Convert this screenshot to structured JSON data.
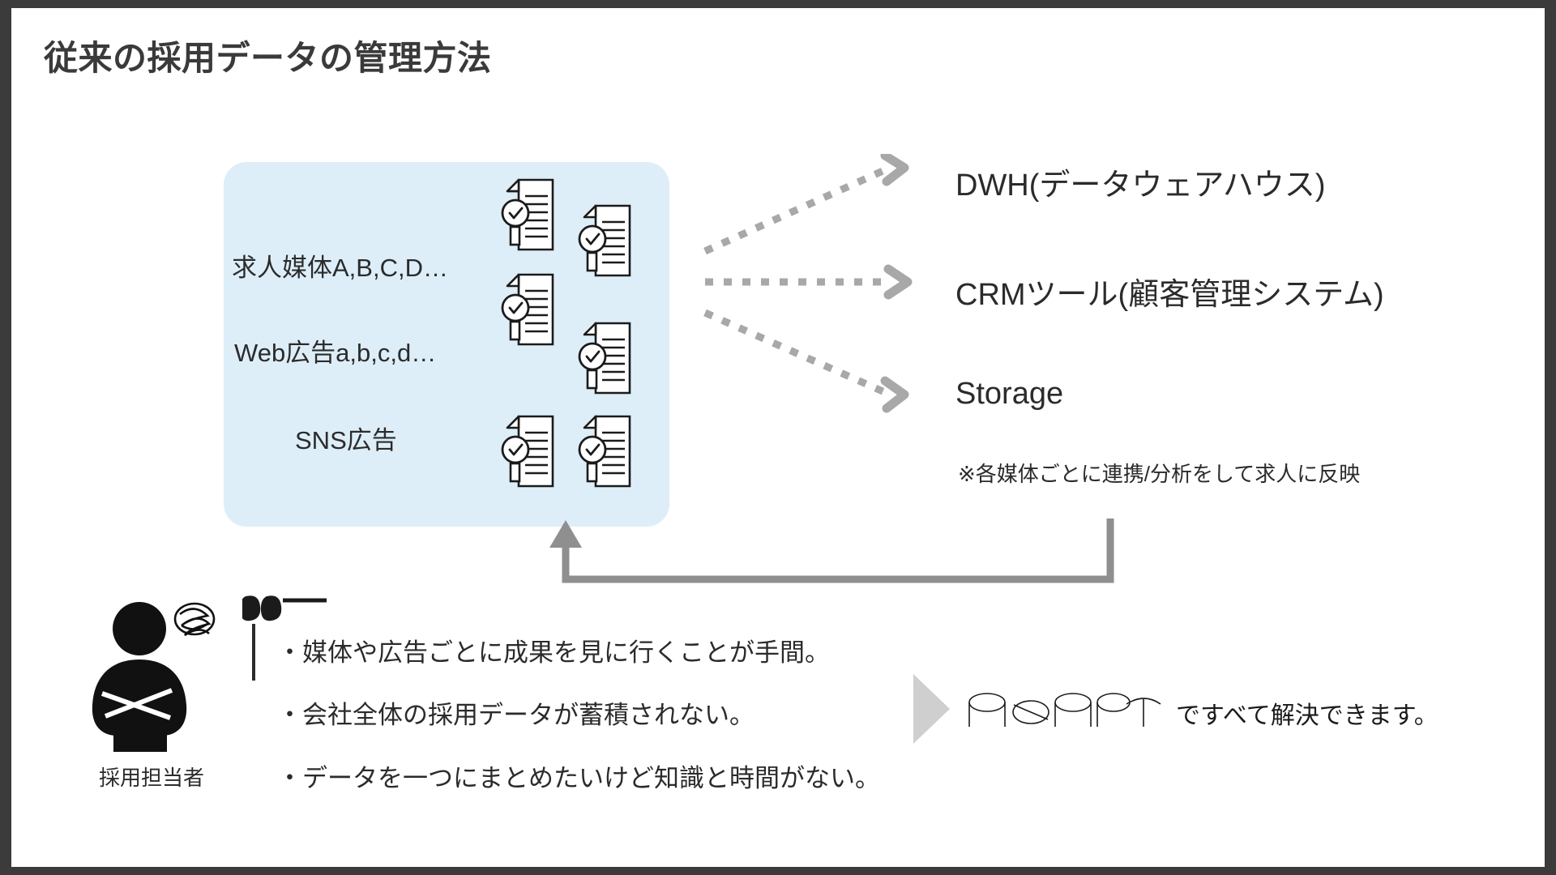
{
  "slide": {
    "title": "従来の採用データの管理方法",
    "background_color": "#ffffff",
    "frame_color": "#3b3b3b"
  },
  "source_box": {
    "accent_color": "#ddeef8",
    "labels": [
      "求人媒体A,B,C,D…",
      "Web広告a,b,c,d…",
      "SNS広告"
    ],
    "icon_name": "document-search-check-icon",
    "icon_count": 6
  },
  "flow": {
    "arrow_style": "dotted",
    "arrow_color": "#a8a8a8",
    "destinations": [
      "DWH(データウェアハウス)",
      "CRMツール(顧客管理システム)",
      "Storage"
    ],
    "note": "※各媒体ごとに連携/分析をして求人に反映",
    "loop_color": "#8f8f8f"
  },
  "persona": {
    "label": "採用担当者",
    "icon_name": "person-crossed-arms-icon",
    "thought_icon_name": "scribble-thought-icon"
  },
  "pain_points": {
    "quote_icon_name": "quotation-mark-icon",
    "items": [
      "・媒体や広告ごとに成果を見に行くことが手間。",
      "・会社全体の採用データが蓄積されない。",
      "・データを一つにまとめたいけど知識と時間がない。"
    ]
  },
  "cta": {
    "triangle_icon_name": "play-triangle-icon",
    "logo_name": "asapt-logo",
    "logo_text": "ASAPT",
    "text": "ですべて解決できます。",
    "triangle_color": "#cfcfcf"
  }
}
